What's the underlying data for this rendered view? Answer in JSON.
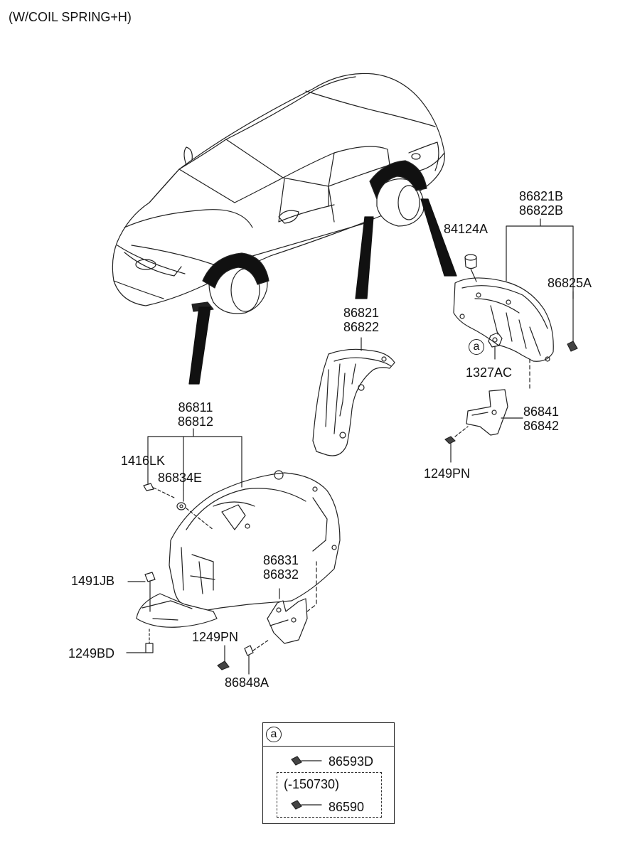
{
  "header": "(W/COIL SPRING+H)",
  "labels": {
    "p86821B": "86821B",
    "p86822B": "86822B",
    "p84124A": "84124A",
    "p86825A": "86825A",
    "p86821": "86821",
    "p86822": "86822",
    "p1327AC": "1327AC",
    "p86841": "86841",
    "p86842": "86842",
    "p1249PN_r": "1249PN",
    "p86811": "86811",
    "p86812": "86812",
    "p1416LK": "1416LK",
    "p86834E": "86834E",
    "p86831": "86831",
    "p86832": "86832",
    "p1491JB": "1491JB",
    "p1249PN_l": "1249PN",
    "p1249BD": "1249BD",
    "p86848A": "86848A",
    "callout_a": "a"
  },
  "legend": {
    "ref": "a",
    "item1": "86593D",
    "date_range": "(-150730)",
    "item2": "86590"
  }
}
